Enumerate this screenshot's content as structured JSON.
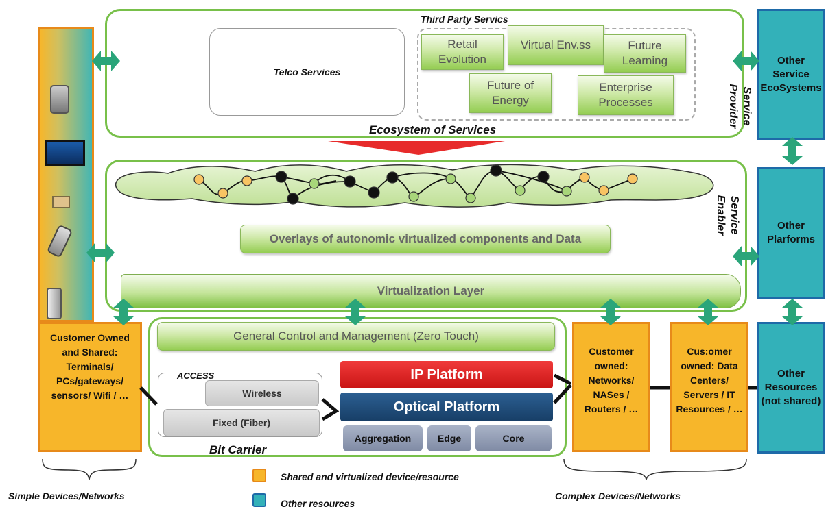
{
  "third_party": {
    "title": "Third Party Servics",
    "items": [
      "Retail Evolution",
      "Virtual Env.ss",
      "Future Learning",
      "Future of Energy",
      "Enterprise Processes"
    ]
  },
  "service_provider": {
    "telco": "Telco Services",
    "ecosystem_label": "Ecosystem of Services",
    "side_label": "Service Provider"
  },
  "service_enabler": {
    "overlays": "Overlays of autonomic virtualized components and Data",
    "virtualization": "Virtualization Layer",
    "side_label": "Service Enabler"
  },
  "right_column": {
    "ecosystems": "Other Service EcoSystems",
    "platforms": "Other Plarforms",
    "resources": "Other Resources (not shared)"
  },
  "bit_carrier": {
    "control": "General Control and Management (Zero Touch)",
    "access_label": "ACCESS",
    "wireless": "Wireless",
    "fixed": "Fixed (Fiber)",
    "ip_platform": "IP Platform",
    "optical_platform": "Optical Platform",
    "aggregation": "Aggregation",
    "edge": "Edge",
    "core": "Core",
    "label": "Bit Carrier"
  },
  "customer_left": "Customer Owned and Shared: Terminals/ PCs/gateways/ sensors/ Wifi / …",
  "customer_networks": "Customer owned: Networks/ NASes / Routers / …",
  "customer_datacenters": "Cus:omer owned: Data Centers/ Servers / IT Resources / …",
  "bottom": {
    "simple": "Simple Devices/Networks",
    "complex": "Complex Devices/Networks"
  },
  "legend": {
    "shared": "Shared and virtualized device/resource",
    "other": "Other resources",
    "shared_color": "#f7b62a",
    "other_color": "#33b1b9"
  },
  "colors": {
    "green_border": "#78c04a",
    "arrow": "#2aa57a",
    "ip_red": "#e32222",
    "optical_blue": "#1f4e79",
    "node_yellow": "#f8c463",
    "node_green": "#a8d67a"
  }
}
